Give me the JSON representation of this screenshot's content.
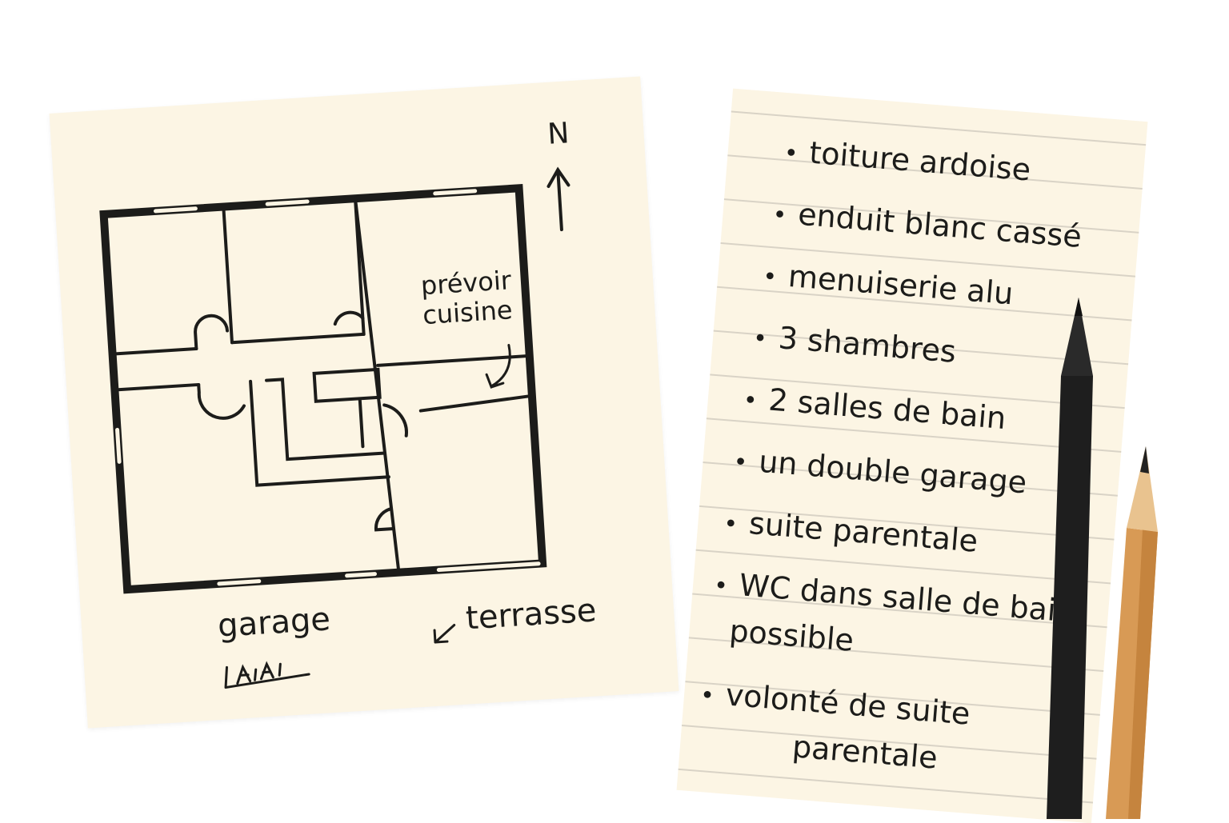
{
  "floor_plan_note": {
    "compass_label": "N",
    "annotation": [
      "prévoir",
      "cuisine"
    ],
    "label_garage": "garage",
    "label_terrasse": "terrasse",
    "signature": "signature scribble"
  },
  "checklist_note": {
    "items": [
      "toiture ardoise",
      "enduit blanc cassé",
      "menuiserie alu",
      "3 shambres",
      "2 salles de bain",
      "un double garage",
      "suite parentale",
      "WC dans salle de bain",
      "possible",
      "volonté de suite",
      "parentale"
    ]
  },
  "colors": {
    "paper": "#fcf5e4",
    "ink": "#1c1c1a",
    "pencil_black": "#1e1e1e",
    "pencil_wood": "#d89a55"
  }
}
